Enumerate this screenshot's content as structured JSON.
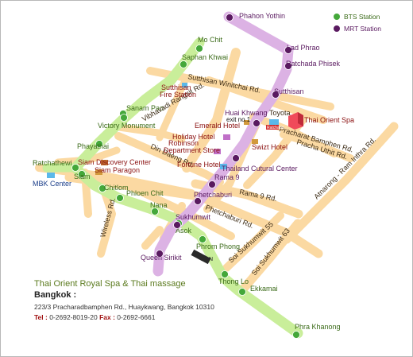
{
  "colors": {
    "road": "#fbd9a2",
    "bts": "#c9ee9a",
    "bts_station": "#44a83a",
    "mrt": "#dcb2e4",
    "mrt_station": "#5a1a60",
    "spa": "#f04a5a"
  },
  "legend": {
    "bts": "BTS Station",
    "mrt": "MRT Station"
  },
  "roads": [
    {
      "id": "sutthisan-winitchai",
      "label": "Sutthisan Winitchai Rd."
    },
    {
      "id": "vibhavadi",
      "label": "Vibhavadi Rangsit Rd."
    },
    {
      "id": "din-daeng",
      "label": "Din Daeng Rd."
    },
    {
      "id": "rama9",
      "label": "Rama 9 Rd."
    },
    {
      "id": "phetchaburi",
      "label": "Phetchaburi Rd."
    },
    {
      "id": "pracharat",
      "label": "Pracharat Bamphen Rd."
    },
    {
      "id": "pracha-uthit",
      "label": "Pracha Uthit Rd."
    },
    {
      "id": "ramintra",
      "label": "Atnarong - Ram Inthra Rd."
    },
    {
      "id": "wireless",
      "label": "Wireless Rd."
    },
    {
      "id": "soi55",
      "label": "Soi Sukhumwit 55"
    },
    {
      "id": "soi63",
      "label": "Soi Sukhumwit 63"
    }
  ],
  "bts_stations": [
    {
      "id": "mo-chit",
      "label": "Mo Chit"
    },
    {
      "id": "saphan-khwai",
      "label": "Saphan Khwai"
    },
    {
      "id": "sanam-pao",
      "label": "Sanam Pao"
    },
    {
      "id": "victory-monument",
      "label": "Victory Monument"
    },
    {
      "id": "phayathai",
      "label": "Phayathai"
    },
    {
      "id": "ratchathewi",
      "label": "Ratchathewi"
    },
    {
      "id": "siam",
      "label": "Siam"
    },
    {
      "id": "chitlom",
      "label": "Chitlom"
    },
    {
      "id": "phloen-chit",
      "label": "Phloen Chit"
    },
    {
      "id": "nana",
      "label": "Nana"
    },
    {
      "id": "asok",
      "label": "Asok"
    },
    {
      "id": "phrom-phong",
      "label": "Phrom Phong"
    },
    {
      "id": "thong-lo",
      "label": "Thong Lo"
    },
    {
      "id": "ekkamai",
      "label": "Ekkamai"
    },
    {
      "id": "phra-khanong",
      "label": "Phra Khanong"
    }
  ],
  "mrt_stations": [
    {
      "id": "phahon-yothin",
      "label": "Phahon Yothin"
    },
    {
      "id": "lad-phrao",
      "label": "Lad Phrao"
    },
    {
      "id": "ratchada-phisek",
      "label": "Ratchada Phisek"
    },
    {
      "id": "sutthisan",
      "label": "Sutthisan"
    },
    {
      "id": "huai-khwang",
      "label": "Huai Khwang"
    },
    {
      "id": "thailand-cultural-center",
      "label": "Thailand Cutural Center"
    },
    {
      "id": "rama9",
      "label": "Rama 9"
    },
    {
      "id": "phetchaburi",
      "label": "Phetchaburi"
    },
    {
      "id": "sukhumwit",
      "label": "Sukhumwit"
    },
    {
      "id": "queen-sirikit",
      "label": "Queen Sirikit"
    }
  ],
  "places": [
    {
      "id": "sutthisan-fire-station",
      "lines": [
        "Sutthisan",
        "Fire Station"
      ]
    },
    {
      "id": "emerald-hotel",
      "lines": [
        "Emerald Hotel"
      ]
    },
    {
      "id": "holiday-hotel",
      "lines": [
        "Holiday Hotel"
      ]
    },
    {
      "id": "robinson",
      "lines": [
        "Robinson",
        "Department Store"
      ]
    },
    {
      "id": "fortune-hotel",
      "lines": [
        "Fortune Hotel"
      ]
    },
    {
      "id": "swizt-hotel",
      "lines": [
        "Swizt Hotel"
      ]
    },
    {
      "id": "siam-discovery",
      "lines": [
        "Siam Discovery Center"
      ]
    },
    {
      "id": "siam-paragon",
      "lines": [
        "Siam Paragon"
      ]
    }
  ],
  "toyota_label": "Toyota",
  "exit_label": "exit no.1",
  "mbk_label": "MBK Center",
  "spa_label": "Thai Orient Spa",
  "compass_label": "N",
  "dark_road_label": "Ratchada",
  "info": {
    "title": "Thai Orient Royal Spa & Thai massage",
    "city": "Bangkok :",
    "address": "223/3 Pracharadbamphen Rd., Huaykwang, Bangkok 10310",
    "tel_label": "Tel :",
    "tel": " 0-2692-8019-20 ",
    "fax_label": "Fax :",
    "fax": " 0-2692-6661"
  }
}
